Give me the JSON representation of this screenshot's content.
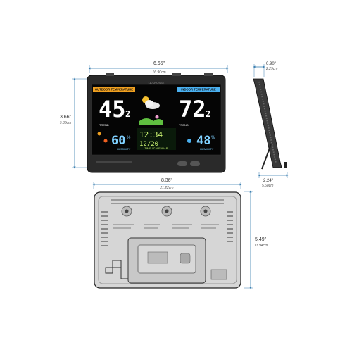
{
  "dimensions": {
    "front_width_in": "6.65\"",
    "front_width_cm": "16.90cm",
    "front_height_in": "3.66\"",
    "front_height_cm": "9.30cm",
    "side_depth_in": "0.90\"",
    "side_depth_cm": "2.29cm",
    "stand_depth_in": "2.24\"",
    "stand_depth_cm": "5.68cm",
    "back_width_in": "8.36\"",
    "back_width_cm": "21.22cm",
    "back_height_in": "5.49\"",
    "back_height_cm": "13.94cm"
  },
  "display": {
    "brand": "LA CROSSE",
    "outdoor_label": "OUTDOOR TEMPERATURE",
    "indoor_label": "INDOOR TEMPERATURE",
    "outdoor_temp": "45",
    "outdoor_decimal": "2",
    "indoor_temp": "72",
    "indoor_decimal": "2",
    "outdoor_humidity": "60",
    "indoor_humidity": "48",
    "humidity_unit": "%",
    "humidity_label_out": "HUMIDITY",
    "humidity_label_in": "HUMIDITY",
    "time": "12:34",
    "date": "12/20",
    "time_label": "TIME / CALENDAR",
    "trend_label": "TREND",
    "colors": {
      "outdoor_accent": "#f0a020",
      "indoor_accent": "#4ab0f0",
      "humidity": "#7fd0ff",
      "time": "#c8f070",
      "dim_line": "#3a7fb0"
    }
  }
}
